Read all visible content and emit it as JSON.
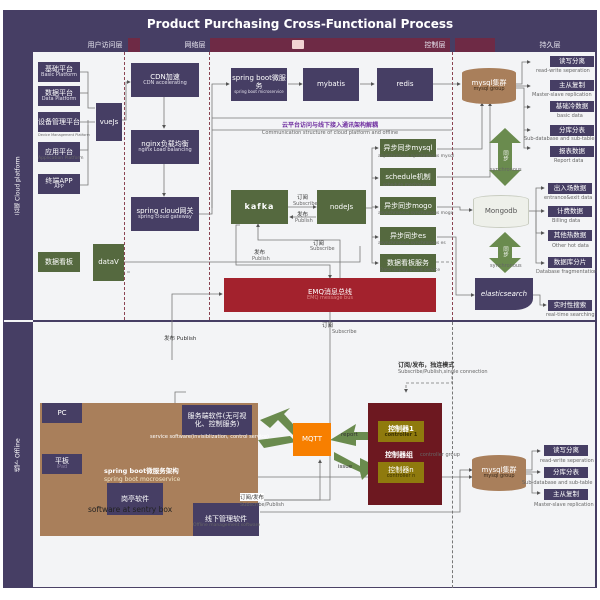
{
  "title": "Product Purchasing Cross-Functional Process",
  "lanes": {
    "user_access": "用户访问层",
    "network": "网络层",
    "control": "控制层",
    "persistence": "持久层"
  },
  "swimlanes": {
    "cloud": {
      "cn": "云端",
      "en": "Cloud platform"
    },
    "offline": {
      "cn": "线下",
      "en": "Offline"
    }
  },
  "cloud": {
    "platforms": [
      {
        "cn": "基础平台",
        "en": "Basic Platform"
      },
      {
        "cn": "数据平台",
        "en": "Data Platform"
      },
      {
        "cn": "设备管理平台",
        "en": "Device Management Platform"
      },
      {
        "cn": "应用平台",
        "en": "Application Platform"
      },
      {
        "cn": "终端APP",
        "en": "APP"
      }
    ],
    "vuejs": "vueJs",
    "cdn": {
      "cn": "CDN加速",
      "en": "CDN accelerating"
    },
    "nginx": {
      "cn": "nginx负载均衡",
      "en": "nginx Load balancing"
    },
    "gateway": {
      "cn": "spring cloud网关",
      "en": "spring cloud gateway"
    },
    "springboot": {
      "cn": "spring boot微服务",
      "en": "spring boot microservice"
    },
    "mybatis": "mybatis",
    "redis": "redis",
    "comm_title": {
      "cn": "云平台访问与线下接入通讯架构解耦",
      "en": "Communication structure of cloud platform and offline"
    },
    "kafka": "kafka",
    "nodejs": "nodeJs",
    "sync_boxes": [
      {
        "cn": "异步同步mysql",
        "en": "asynchronous synchronous mysql"
      },
      {
        "cn": "schedule机制",
        "en": "schedule mechanism"
      },
      {
        "cn": "异步同步mogo",
        "en": "asynchronous synchronous mogo"
      },
      {
        "cn": "异步同步es",
        "en": "asynchronous synchronous es"
      },
      {
        "cn": "数据看板服务",
        "en": "Data display board service"
      }
    ],
    "dashboard": "数据看板",
    "datav": "dataV",
    "emq": {
      "cn": "EMQ消息总线",
      "en": "EMQ message bus"
    },
    "mysql_group": {
      "cn": "mysql集群",
      "en": "mysql group"
    },
    "mysql_outputs": [
      {
        "cn": "读写分离",
        "en": "read-write seperation"
      },
      {
        "cn": "主从复制",
        "en": "Master-slave replication"
      },
      {
        "cn": "基础冷数据",
        "en": "basic data"
      },
      {
        "cn": "分库分表",
        "en": "Sub-database and sub-table"
      },
      {
        "cn": "报表数据",
        "en": "Report data"
      }
    ],
    "sync1": {
      "cn": "同步",
      "en": "synchronous"
    },
    "mongodb": "Mongodb",
    "mongo_outputs": [
      {
        "cn": "出入场数据",
        "en": "entrance&exit data"
      },
      {
        "cn": "计费数据",
        "en": "Billing data"
      },
      {
        "cn": "其他热数据",
        "en": "Other hot data"
      },
      {
        "cn": "数据库分片",
        "en": "Database fragmentation"
      }
    ],
    "sync2": {
      "cn": "同步",
      "en": "synchronous"
    },
    "elasticsearch": "elasticsearch",
    "es_output": {
      "cn": "实时性搜索",
      "en": "real-time searching"
    }
  },
  "edge_labels": {
    "subscribe_cn": "订阅",
    "subscribe_en": "Subscribe",
    "publish_cn": "发布",
    "publish_en": "Publish",
    "pub_left": "发布 Publish",
    "sub_pub": {
      "cn": "订阅/发布",
      "en": "Subscribe/Publish"
    },
    "single_conn": {
      "cn": "订阅/发布，独连模式",
      "en": "Subscribe/Publish,single connection"
    },
    "report": {
      "cn": "上报",
      "en": "report"
    },
    "issue": {
      "cn": "下发",
      "en": "issue"
    }
  },
  "offline": {
    "pc": "PC",
    "tablet": {
      "cn": "平板",
      "en": "iPad"
    },
    "springboot_arch": {
      "cn": "spring boot微服务架构",
      "en": "spring boot mocroservice"
    },
    "service_sw": {
      "cn": "服务端软件(无可视化、控制服务)",
      "en": "service software(invisiblization, control service)"
    },
    "sentry": {
      "cn": "岗亭软件",
      "en": "software at sentry box"
    },
    "offline_mgmt": {
      "cn": "线下管理软件",
      "en": "Offline management software"
    },
    "mqtt": "MQTT",
    "controller_group": {
      "cn": "控制器组",
      "en": "controller group"
    },
    "controller1": {
      "cn": "控制器1",
      "en": "controller 1"
    },
    "controllern": {
      "cn": "控制器n",
      "en": "controller n"
    },
    "mysql_group": {
      "cn": "mysql集群",
      "en": "mysql group"
    },
    "mysql_outputs": [
      {
        "cn": "读写分离",
        "en": "read-write seperation"
      },
      {
        "cn": "分库分表",
        "en": "Sub-database and sub-table"
      },
      {
        "cn": "主从复制",
        "en": "Master-slave replication"
      }
    ]
  },
  "colors": {
    "header": "#463e64",
    "green": "#55693f",
    "red": "#a3222d",
    "brown": "#a97f5b",
    "orange": "#f77f00",
    "controller_group": "#6d1820",
    "controller": "#8f7a0d"
  }
}
